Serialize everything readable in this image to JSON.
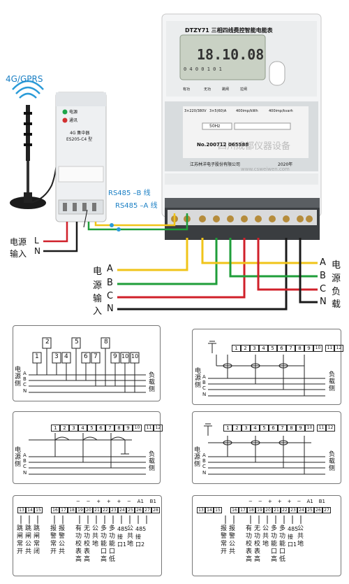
{
  "antenna": {
    "label": "4G/GPRS"
  },
  "concentrator": {
    "status_power": "电源",
    "status_comm": "通讯",
    "model_line1": "4G 集中器",
    "model_line2": "ES205-C4 型"
  },
  "rs485": {
    "b_label": "RS485 –B 线",
    "a_label": "RS485 –A 线"
  },
  "power_in": {
    "line1": "电源",
    "line2": "输入",
    "l": "L",
    "n": "N"
  },
  "meter": {
    "title": "DTZY71 三相四线费控智能电能表",
    "display": "18.10.08",
    "display_sub": "0 4 0 0 1 0 1",
    "buttons": [
      "有功",
      "无功",
      "跳闸",
      "拉闸"
    ],
    "specs": [
      "3×220/380V",
      "3×5(60)A",
      "400imp/kWh",
      "400imp/kvarh"
    ],
    "freq": "50Hz",
    "serial": "No.200712 065588",
    "maker": "江苏林洋电子股份有限公司",
    "year": "2020年",
    "watermark": "四川成都仪器设备",
    "watermark_url": "www.csweiwen.com"
  },
  "wiring_left": {
    "chars": [
      "电",
      "源",
      "输",
      "入"
    ],
    "phases": [
      "A",
      "B",
      "C",
      "N"
    ]
  },
  "wiring_right": {
    "phases": [
      "A",
      "B",
      "C",
      "N"
    ],
    "chars": [
      "电",
      "源",
      "负",
      "载"
    ]
  },
  "diagrams": {
    "d1": {
      "top_numbers": [
        "2",
        "5",
        "8"
      ],
      "terminals": [
        "1",
        "3",
        "4",
        "6",
        "7",
        "9",
        "10",
        "10"
      ],
      "left_label": "电源侧",
      "right_label": "负载侧",
      "phases": [
        "A",
        "B",
        "C",
        "N"
      ]
    },
    "d2": {
      "terminals": [
        "1",
        "2",
        "3",
        "4",
        "5",
        "6",
        "7",
        "8",
        "9",
        "10",
        "11",
        "12"
      ],
      "left_label": "电源侧",
      "right_label": "负载侧",
      "phases": [
        "A",
        "B",
        "C",
        "N"
      ]
    },
    "d3": {
      "terminals": [
        "1",
        "2",
        "3",
        "4",
        "5",
        "6",
        "7",
        "8",
        "9",
        "10",
        "11",
        "12"
      ],
      "left_label": "电源侧",
      "right_label": "负载侧",
      "phases": [
        "A",
        "B",
        "C",
        "N"
      ]
    },
    "d4": {
      "terminals": [
        "1",
        "2",
        "3",
        "4",
        "5",
        "6",
        "7",
        "8",
        "9",
        "10",
        "11",
        "12"
      ],
      "left_label": "电源侧",
      "right_label": "负载侧",
      "phases": [
        "A",
        "B",
        "C",
        "N"
      ]
    },
    "d5": {
      "terminals": [
        "13",
        "14",
        "15",
        "16",
        "17",
        "18",
        "19",
        "20",
        "21",
        "22",
        "23",
        "24",
        "25",
        "26",
        "27",
        "28"
      ],
      "signs": [
        "−",
        "−",
        "+",
        "+",
        "+",
        "−",
        "A1",
        "B1"
      ],
      "labels": [
        "跳闸常开",
        "跳闸公共",
        "跳闸常闭",
        "报警常开",
        "报警公共",
        "有功校表高",
        "无功校表高",
        "公共地",
        "多功能口高",
        "多功能口低",
        "485接口1",
        "公共地",
        "485接口2"
      ]
    },
    "d6": {
      "terminals": [
        "13",
        "14",
        "15",
        "16",
        "17",
        "18",
        "19",
        "20",
        "21",
        "22",
        "23",
        "24",
        "25",
        "26",
        "27"
      ],
      "signs": [
        "−",
        "−",
        "+",
        "+",
        "+",
        "−",
        "A1",
        "B1"
      ],
      "labels": [
        "报警常开",
        "报警公共",
        "有功校表高",
        "无功校表高",
        "公共地",
        "多功能口高",
        "多功能口低",
        "485接口1",
        "公共地"
      ]
    }
  },
  "colors": {
    "phase_a": "#f0c419",
    "phase_b": "#1f9e3a",
    "phase_c": "#d0202a",
    "phase_n": "#1a1a1a",
    "rs485_b": "#f0c419",
    "rs485_a": "#1f9e3a"
  }
}
